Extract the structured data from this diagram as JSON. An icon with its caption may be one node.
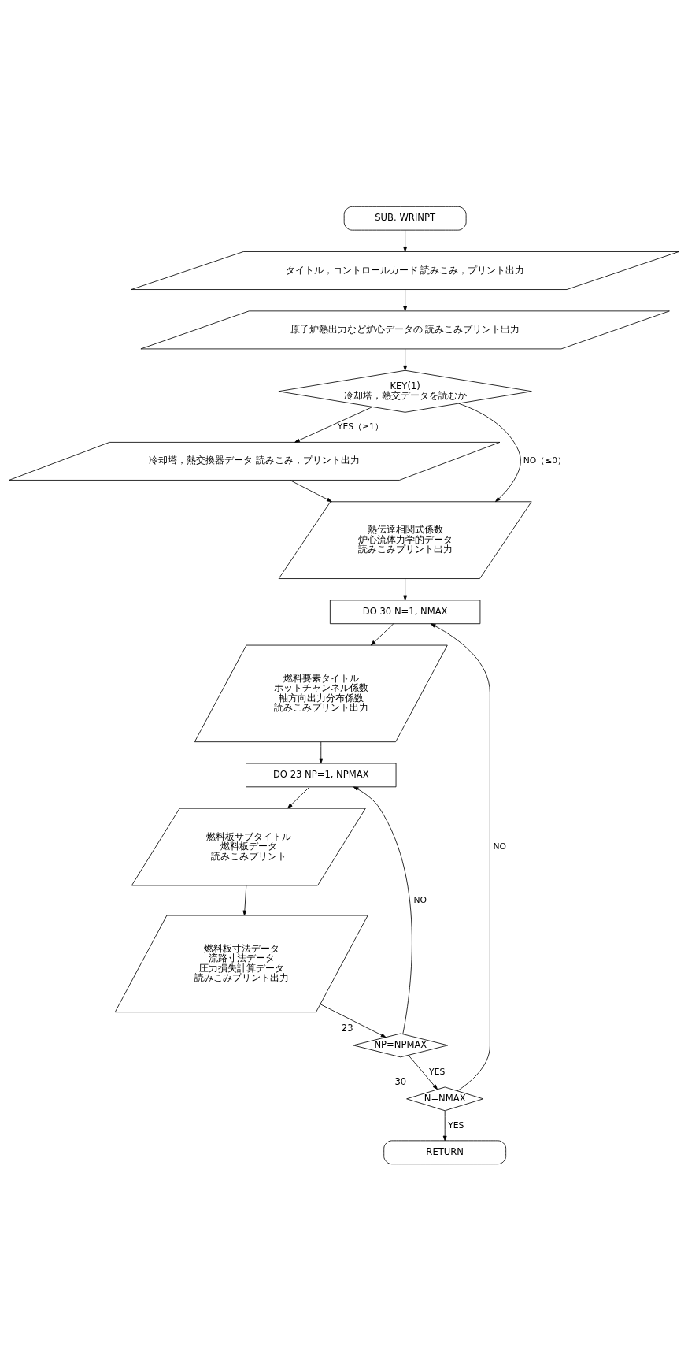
{
  "diagram": {
    "nodes": [
      {
        "text": [
          "SUB. WRINPT"
        ]
      },
      {
        "text": [
          "タイトル，コントロールカード 読みこみ，プリント出力"
        ]
      },
      {
        "text": [
          "原子炉熱出力など炉心データの 読みこみプリント出力"
        ]
      },
      {
        "text": [
          "KEY(1)",
          "冷却塔，熱交データを読むか"
        ]
      },
      {
        "text": [
          "冷却塔，熱交換器データ 読みこみ，プリント出力"
        ]
      },
      {
        "text": [
          "熱伝達相関式係数",
          "炉心流体力学的データ",
          "読みこみプリント出力"
        ]
      },
      {
        "text": [
          "DO 30 N=1, NMAX"
        ]
      },
      {
        "text": [
          "燃料要素タイトル",
          "ホットチャンネル係数",
          "軸方向出力分布係数",
          "読みこみプリント出力"
        ]
      },
      {
        "text": [
          "DO 23 NP=1, NPMAX"
        ]
      },
      {
        "text": [
          "燃料板サブタイトル",
          "燃料板データ",
          "読みこみプリント"
        ]
      },
      {
        "text": [
          "燃料板寸法データ",
          "流路寸法データ",
          "圧力損失計算データ",
          "読みこみプリント出力"
        ]
      },
      {
        "text": [
          "NP=NPMAX"
        ],
        "beside": [
          "23"
        ]
      },
      {
        "text": [
          "N=NMAX"
        ],
        "beside": [
          "30"
        ]
      },
      {
        "text": [
          "RETURN"
        ]
      }
    ],
    "edges": [
      {
        "from": 0,
        "to": 1,
        "arrow": "to"
      },
      {
        "from": 1,
        "to": 2,
        "arrow": "to"
      },
      {
        "from": 2,
        "to": 3,
        "arrow": "to"
      },
      {
        "from": 3,
        "to": 4,
        "arrow": "to",
        "label": "YES（≥1）"
      },
      {
        "from": 3,
        "to": 5,
        "arrow": "to",
        "label": "NO（≤0）"
      },
      {
        "from": 4,
        "to": 5,
        "arrow": "to"
      },
      {
        "from": 5,
        "to": 6,
        "arrow": "to"
      },
      {
        "from": 6,
        "to": 7,
        "arrow": "to"
      },
      {
        "from": 7,
        "to": 8,
        "arrow": "to"
      },
      {
        "from": 8,
        "to": 9,
        "arrow": "to"
      },
      {
        "from": 9,
        "to": 10,
        "arrow": "to"
      },
      {
        "from": 10,
        "to": 11,
        "arrow": "to"
      },
      {
        "from": 11,
        "to": 8,
        "arrow": "to",
        "label": "NO"
      },
      {
        "from": 11,
        "to": 12,
        "arrow": "to",
        "label": "YES"
      },
      {
        "from": 12,
        "to": 6,
        "arrow": "to",
        "label": "NO"
      },
      {
        "from": 12,
        "to": 13,
        "arrow": "to",
        "label": "YES"
      }
    ]
  }
}
